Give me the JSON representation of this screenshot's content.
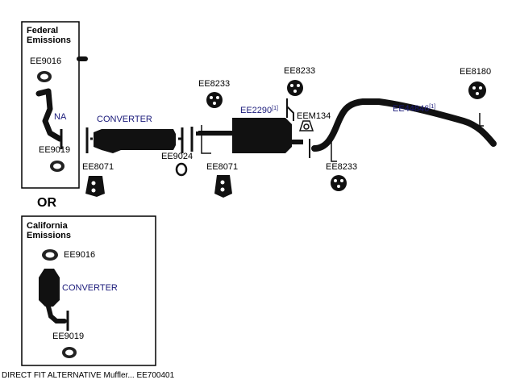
{
  "federal_box": {
    "title_line1": "Federal",
    "title_line2": "Emissions",
    "top_gasket": "EE9016",
    "pipe_label": "NA",
    "bottom_gasket": "EE9019"
  },
  "or_label": "OR",
  "california_box": {
    "title_line1": "California",
    "title_line2": "Emissions",
    "top_gasket": "EE9016",
    "converter_label": "CONVERTER",
    "bottom_gasket": "EE9019"
  },
  "parts": {
    "converter": "CONVERTER",
    "converter_hanger": "EE8071",
    "gasket_ring": "EE9024",
    "mid_hanger": "EE8071",
    "top_hanger_left": "EE8233",
    "muffler": "EE2290",
    "muffler_note": "[1]",
    "top_hanger_right": "EE8233",
    "clamp": "EEM134",
    "lower_hanger": "EE8233",
    "tailpipe": "EE44846",
    "tailpipe_note": "[1]",
    "tail_hanger": "EE8180"
  },
  "caption": "DIRECT FIT ALTERNATIVE Muffler... EE700401",
  "colors": {
    "pipe": "#111111",
    "label_blue": "#1a1a7a",
    "box_border": "#000000"
  }
}
